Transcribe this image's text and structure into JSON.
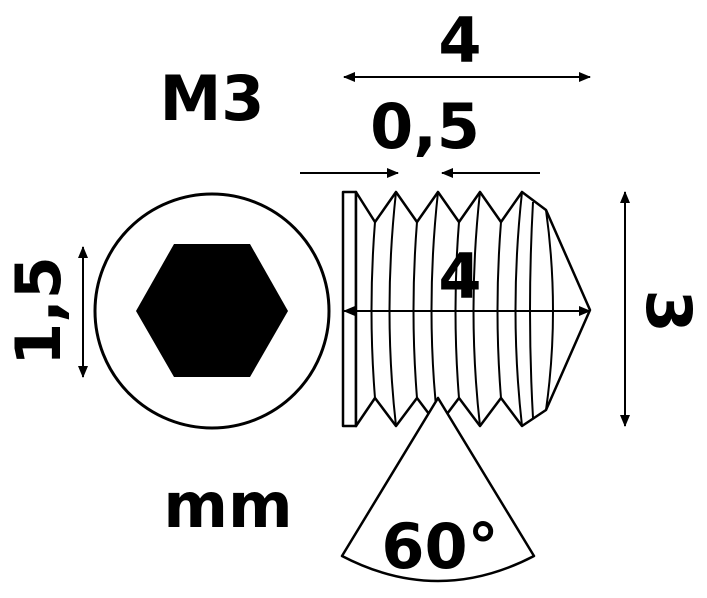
{
  "labels": {
    "thread_size": "M3",
    "length": "4",
    "pitch": "0,5",
    "length_inner": "4",
    "diameter": "3",
    "hex_key_size": "1,5",
    "units": "mm",
    "thread_angle": "60°"
  },
  "colors": {
    "stroke": "#000000",
    "hex_fill": "#000000",
    "background": "#ffffff"
  }
}
